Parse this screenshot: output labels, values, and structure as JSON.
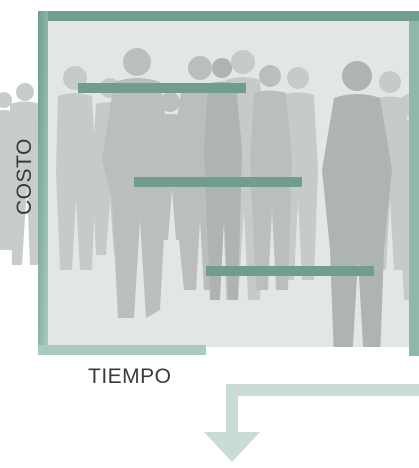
{
  "diagram": {
    "axis_y_label": "COSTO",
    "axis_x_label": "TIEMPO",
    "background_icon": "crowd-of-people-silhouettes",
    "bars": [
      {
        "name": "bar-top"
      },
      {
        "name": "bar-middle"
      },
      {
        "name": "bar-bottom"
      }
    ],
    "arrow_icon": "down-arrow-icon"
  },
  "colors": {
    "frame": "#7aa79a",
    "bar": "#6f9d8f",
    "panel": "#e3e7e4",
    "silhouette": "#b9bdbd",
    "silhouette_dark": "#a8adad",
    "arrow": "#c9ddd5",
    "text": "#3a3a3a"
  }
}
